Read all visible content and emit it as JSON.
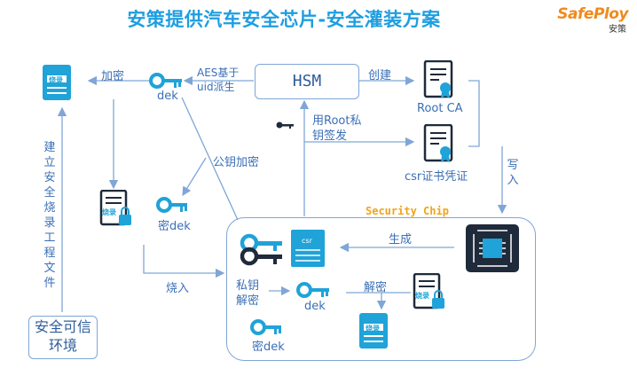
{
  "title": "安策提供汽车安全芯片-安全灌装方案",
  "logo": {
    "main": "SafePloy",
    "sub": "安策"
  },
  "nodes": {
    "hsm": "HSM",
    "root_ca": "Root CA",
    "csr_cert": "csr证书凭证",
    "security_chip": "Security Chip",
    "secure_env": "安全可信环境",
    "burn_file_tag": "烧录",
    "csr_tag": "csr"
  },
  "labels": {
    "encrypt": "加密",
    "aes_derive": "AES基于uid派生",
    "dek_top": "dek",
    "create": "创建",
    "root_sign": "用Root私钥签发",
    "pubkey_encrypt": "公钥加密",
    "write_in": "写入",
    "build_file": "建立安全烧录工程文件",
    "enc_dek_mid": "密dek",
    "burn_in": "烧入",
    "generate": "生成",
    "privkey_decrypt": "私钥解密",
    "dek_chip": "dek",
    "decrypt": "解密",
    "enc_dek_chip": "密dek"
  },
  "colors": {
    "title": "#1e9ee0",
    "accent": "#1fa3d8",
    "line": "#7fa6d6",
    "chip_title": "#f0a418",
    "logo": "#f08a1c",
    "dark": "#1f2a3a"
  }
}
